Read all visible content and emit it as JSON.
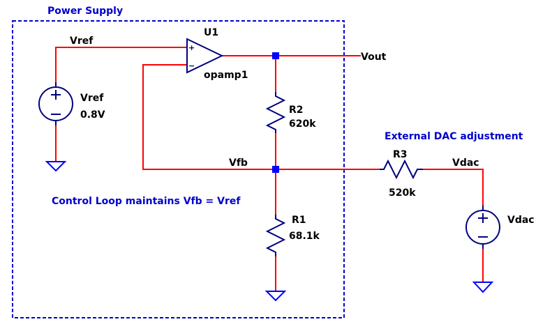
{
  "schematic": {
    "annotations": {
      "power_supply": "Power Supply",
      "control_loop": "Control Loop maintains Vfb = Vref",
      "dac_adjust": "External DAC adjustment"
    },
    "nets": {
      "vref": "Vref",
      "vout": "Vout",
      "vfb": "Vfb",
      "vdac": "Vdac"
    },
    "components": {
      "u1": {
        "ref": "U1",
        "value": "opamp1",
        "plus": "+",
        "minus": "−"
      },
      "vref_src": {
        "ref": "Vref",
        "value": "0.8V"
      },
      "vdac_src": {
        "ref": "Vdac"
      },
      "r1": {
        "ref": "R1",
        "value": "68.1k"
      },
      "r2": {
        "ref": "R2",
        "value": "620k"
      },
      "r3": {
        "ref": "R3",
        "value": "520k"
      }
    },
    "colors": {
      "wire": "#ff0000",
      "component": "#000080",
      "ground": "#0000ff",
      "junction": "#0000ff",
      "annotation": "#0000cc"
    }
  }
}
